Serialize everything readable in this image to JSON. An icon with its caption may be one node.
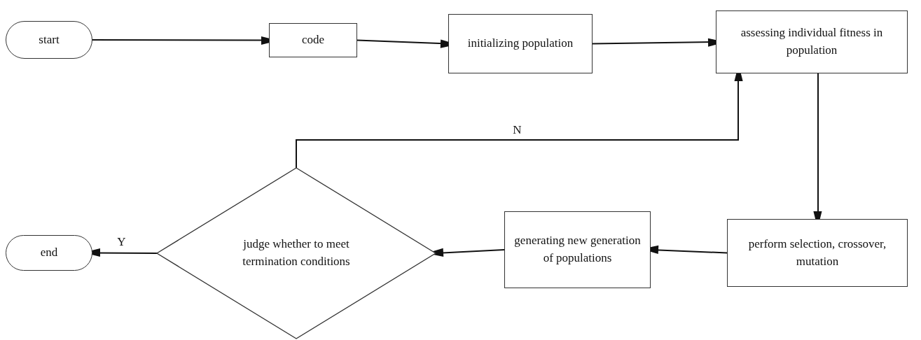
{
  "diagram": {
    "nodes": [
      {
        "text": [
          "start"
        ]
      },
      {
        "text": [
          "code"
        ]
      },
      {
        "text": [
          "initializing population"
        ]
      },
      {
        "text": [
          "assessing individual fitness in population"
        ]
      },
      {
        "text": [
          "perform selection, crossover, mutation"
        ]
      },
      {
        "text": [
          "generating new generation of populations"
        ]
      },
      {
        "text": [
          "judge whether to meet termination conditions"
        ]
      },
      {
        "text": [
          "end"
        ]
      }
    ],
    "edges": [
      {
        "from": 0,
        "to": 1,
        "arrow": "to"
      },
      {
        "from": 1,
        "to": 2,
        "arrow": "to"
      },
      {
        "from": 2,
        "to": 3,
        "arrow": "to"
      },
      {
        "from": 3,
        "to": 4,
        "arrow": "to"
      },
      {
        "from": 4,
        "to": 5,
        "arrow": "to"
      },
      {
        "from": 5,
        "to": 6,
        "arrow": "to"
      },
      {
        "from": 6,
        "to": 7,
        "label": "Y",
        "arrow": "to"
      },
      {
        "from": 6,
        "to": 3,
        "label": "N",
        "arrow": "to"
      }
    ]
  }
}
